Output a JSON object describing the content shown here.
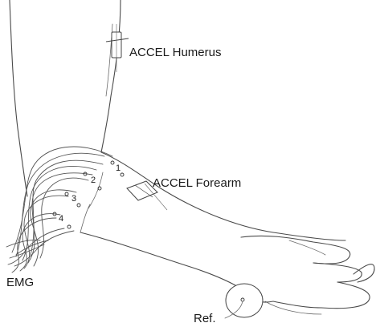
{
  "labels": {
    "accel_humerus": "ACCEL Humerus",
    "accel_forearm": "ACCEL Forearm",
    "emg": "EMG",
    "ref": "Ref."
  },
  "electrodes": [
    {
      "number": "1"
    },
    {
      "number": "2"
    },
    {
      "number": "3"
    },
    {
      "number": "4"
    }
  ]
}
